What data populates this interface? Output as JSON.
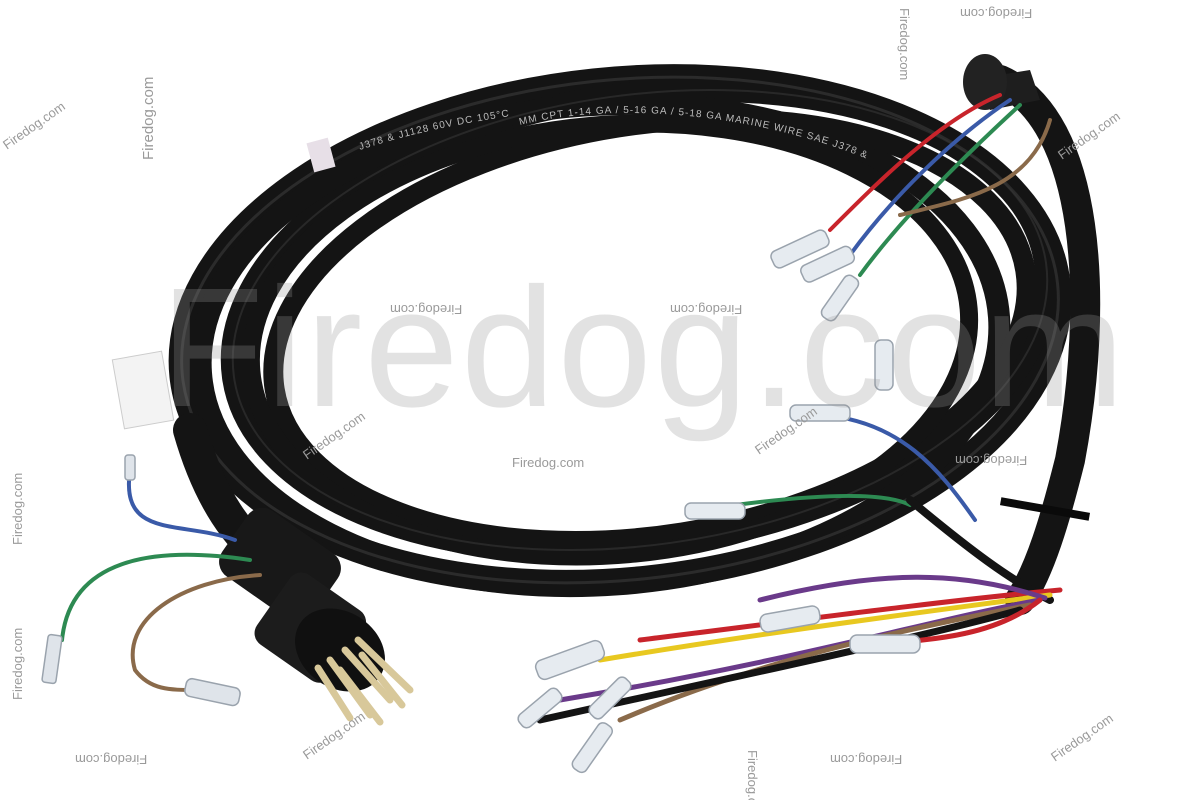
{
  "watermark": {
    "large_text": "Firedog.com",
    "small_text": "Firedog.com"
  },
  "cable": {
    "print_outer": "MM CPT 1-14 GA / 5-16 GA / 5-18 GA MARINE WIRE SAE J378 & J1128 60V DC 105°C",
    "print_inner": "J378 & J1128 60V DC 105°C"
  },
  "colors": {
    "cable": "#141414",
    "wire_red": "#c8242b",
    "wire_blue": "#3a5aa8",
    "wire_green": "#2d8a52",
    "wire_brown": "#8a6a4a",
    "wire_yellow": "#e8c820",
    "wire_purple": "#6a3a8a"
  }
}
